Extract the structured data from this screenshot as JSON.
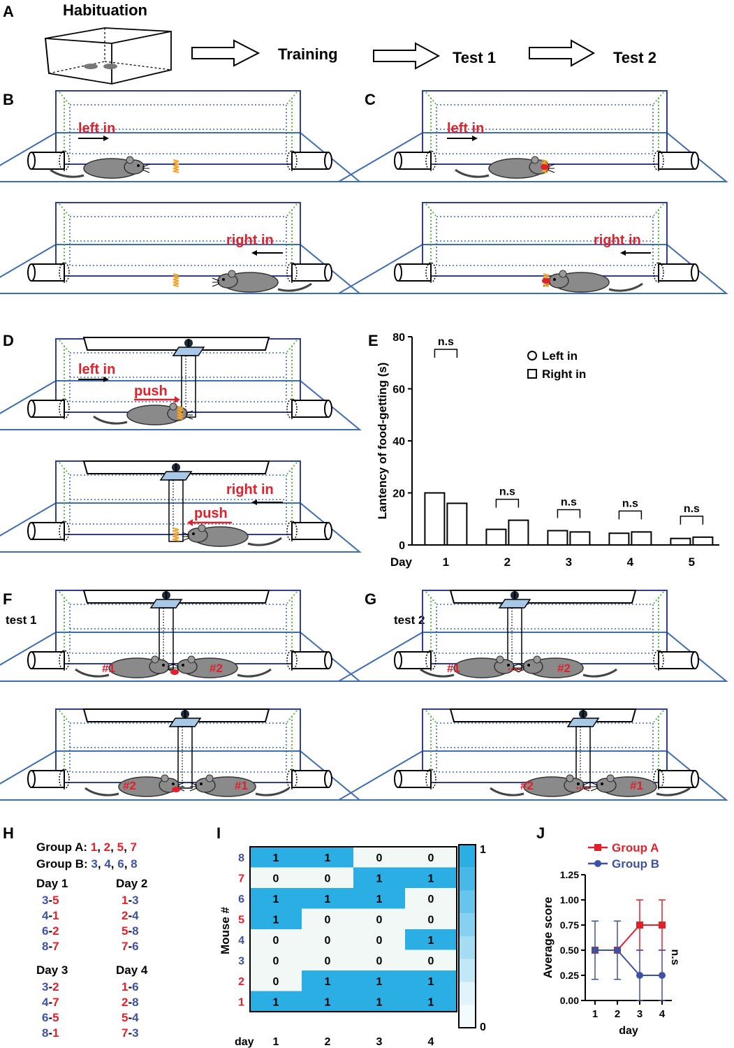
{
  "panels": {
    "A": "A",
    "B": "B",
    "C": "C",
    "D": "D",
    "E": "E",
    "F": "F",
    "G": "G",
    "H": "H",
    "I": "I",
    "J": "J"
  },
  "flow": {
    "habituation": "Habituation",
    "training": "Training",
    "test1": "Test 1",
    "test2": "Test 2"
  },
  "arena": {
    "left_in": "left in",
    "right_in": "right in",
    "push": "push",
    "test1": "test 1",
    "test2": "test 2",
    "m1": "#1",
    "m2": "#2"
  },
  "colors": {
    "accent_red": "#e2202a",
    "group_blue": "#3f51a3",
    "arena_blue": "#3d6db5",
    "heat": "#2aaee3",
    "heat_bg": "#f2f8f5"
  },
  "panelE": {
    "chart_data": {
      "type": "bar",
      "ylabel": "Lantency of food-getting (s)",
      "xprefix": "Day",
      "categories": [
        "1",
        "2",
        "3",
        "4",
        "5"
      ],
      "ylim": [
        0,
        80
      ],
      "yticks": [
        "0",
        "20",
        "40",
        "60",
        "80"
      ],
      "series": [
        {
          "name": "Left in",
          "values": [
            20,
            6,
            5.5,
            4.5,
            2.5
          ]
        },
        {
          "name": "Right in",
          "values": [
            16,
            9.5,
            5,
            5,
            3
          ]
        }
      ],
      "annotations": [
        "n.s",
        "n.s",
        "n.s",
        "n.s",
        "n.s"
      ]
    }
  },
  "panelH": {
    "groupA_label": "Group A:",
    "groupA": [
      "1",
      "2",
      "5",
      "7"
    ],
    "groupB_label": "Group B:",
    "groupB": [
      "3",
      "4",
      "6",
      "8"
    ],
    "days": [
      {
        "label": "Day 1",
        "pairs": [
          [
            "3",
            "5"
          ],
          [
            "4",
            "1"
          ],
          [
            "6",
            "2"
          ],
          [
            "8",
            "7"
          ]
        ]
      },
      {
        "label": "Day 2",
        "pairs": [
          [
            "1",
            "3"
          ],
          [
            "2",
            "4"
          ],
          [
            "5",
            "8"
          ],
          [
            "7",
            "6"
          ]
        ]
      },
      {
        "label": "Day 3",
        "pairs": [
          [
            "3",
            "2"
          ],
          [
            "4",
            "7"
          ],
          [
            "6",
            "5"
          ],
          [
            "8",
            "1"
          ]
        ]
      },
      {
        "label": "Day 4",
        "pairs": [
          [
            "1",
            "6"
          ],
          [
            "2",
            "8"
          ],
          [
            "5",
            "4"
          ],
          [
            "7",
            "3"
          ]
        ]
      }
    ]
  },
  "panelI": {
    "chart_data": {
      "type": "heatmap",
      "ylabel": "Mouse #",
      "xprefix": "day",
      "columns": [
        "1",
        "2",
        "3",
        "4"
      ],
      "rows": [
        "8",
        "7",
        "6",
        "5",
        "4",
        "3",
        "2",
        "1"
      ],
      "values": [
        [
          1,
          1,
          0,
          0
        ],
        [
          0,
          0,
          1,
          1
        ],
        [
          1,
          1,
          1,
          0
        ],
        [
          1,
          0,
          0,
          0
        ],
        [
          0,
          0,
          0,
          1
        ],
        [
          0,
          0,
          0,
          0
        ],
        [
          0,
          1,
          1,
          1
        ],
        [
          1,
          1,
          1,
          1
        ]
      ],
      "scale_max": "1",
      "scale_min": "0"
    }
  },
  "panelJ": {
    "chart_data": {
      "type": "line",
      "ylabel": "Average score",
      "xlabel": "day",
      "x": [
        "1",
        "2",
        "3",
        "4"
      ],
      "ylim": [
        0,
        1.25
      ],
      "yticks": [
        "0.00",
        "0.25",
        "0.50",
        "0.75",
        "1.00",
        "1.25"
      ],
      "series": [
        {
          "name": "Group A",
          "values": [
            0.5,
            0.5,
            0.75,
            0.75
          ],
          "err": [
            0.29,
            0.29,
            0.25,
            0.25
          ]
        },
        {
          "name": "Group B",
          "values": [
            0.5,
            0.5,
            0.25,
            0.25
          ],
          "err": [
            0.29,
            0.29,
            0.25,
            0.25
          ]
        }
      ],
      "annotation": "n.s"
    }
  }
}
